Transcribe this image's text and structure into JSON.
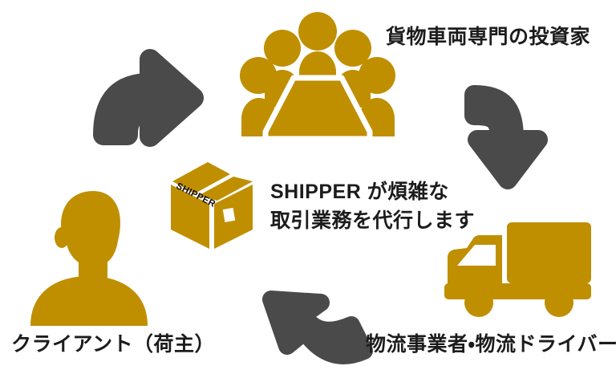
{
  "diagram": {
    "title_text_visible": false,
    "background_color": "#ffffff",
    "accent_color": "#BF8F00",
    "arrow_color": "#4A4A4A",
    "text_color": "#1c1c1c"
  },
  "labels": {
    "investor": "貨物車両専門の投資家",
    "client": "クライアント（荷主）",
    "carrier": "物流事業者・物流ドライバー",
    "center_line1": "SHIPPER が煩雑な",
    "center_line2": "取引業務を代行します"
  },
  "icons": {
    "meeting": {
      "name": "meeting-investors-icon",
      "description": "five people seated around a trapezoid conference table",
      "color": "#BF8F00"
    },
    "box": {
      "name": "shipping-box-icon",
      "description": "isometric cardboard box",
      "color": "#BF8F00",
      "printed_text": "SHIPPER"
    },
    "client": {
      "name": "client-person-icon",
      "description": "person bust silhouette",
      "color": "#BF8F00"
    },
    "truck": {
      "name": "delivery-truck-icon",
      "description": "box truck facing left with two wheels",
      "color": "#BF8F00"
    }
  },
  "arrows": {
    "top_left": {
      "name": "arrow-client-to-investors",
      "direction": "curves up then points right",
      "color": "#4A4A4A"
    },
    "right": {
      "name": "arrow-investors-to-carrier",
      "direction": "curves right then points down",
      "color": "#4A4A4A"
    },
    "bottom": {
      "name": "arrow-carrier-to-client",
      "direction": "curves left then points up-left",
      "color": "#4A4A4A"
    }
  }
}
